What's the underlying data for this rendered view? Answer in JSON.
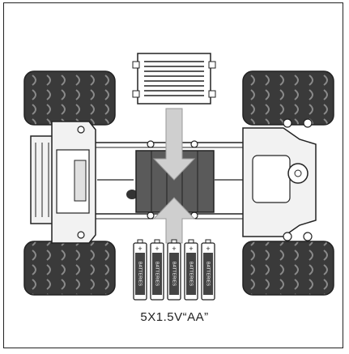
{
  "caption": "5X1.5V“AA”",
  "battery_count": 5,
  "battery_label": "BATTERIES",
  "colors": {
    "tire": "#3a3a3a",
    "tire_tread": "#8a8a8a",
    "chassis": "#f2f2f2",
    "outline": "#222222",
    "battery_pack": "#5a5a5a",
    "arrow": "#cfcfcf"
  },
  "icons": [
    "battery-icon",
    "arrow-down-icon",
    "arrow-up-icon",
    "wheel-icon",
    "battery-cover-icon"
  ]
}
